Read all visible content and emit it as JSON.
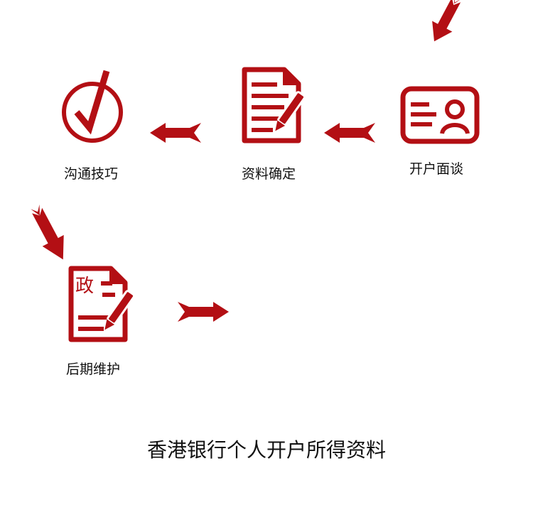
{
  "colors": {
    "accent": "#b30f14",
    "text": "#111111",
    "background": "#ffffff"
  },
  "steps": [
    {
      "label": "开户面谈",
      "icon": "id-card-icon"
    },
    {
      "label": "资料确定",
      "icon": "document-pen-icon"
    },
    {
      "label": "沟通技巧",
      "icon": "checkmark-circle-icon"
    },
    {
      "label": "后期维护",
      "icon": "policy-document-pen-icon",
      "badge": "政"
    }
  ],
  "arrows": [
    "arrow-down-left-icon",
    "arrow-left-icon",
    "arrow-left-icon",
    "arrow-down-right-icon",
    "arrow-right-icon"
  ],
  "caption": "香港银行个人开户所得资料"
}
